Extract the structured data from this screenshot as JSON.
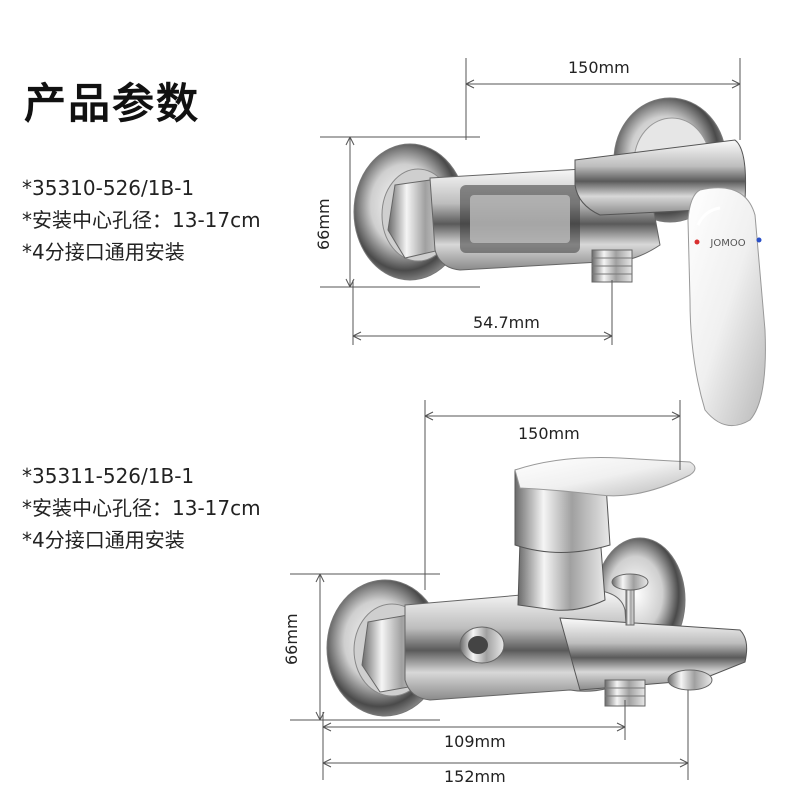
{
  "title": "产品参数",
  "products": [
    {
      "model": "*35310-526/1B-1",
      "hole_distance": "*安装中心孔径：13-17cm",
      "interface": "*4分接口通用安装",
      "brand_mark": "JOMOO",
      "dimensions": {
        "width": "150mm",
        "height": "66mm",
        "depth": "54.7mm"
      }
    },
    {
      "model": "*35311-526/1B-1",
      "hole_distance": "*安装中心孔径：13-17cm",
      "interface": "*4分接口通用安装",
      "dimensions": {
        "width": "150mm",
        "height": "66mm",
        "depth": "109mm",
        "total_width": "152mm"
      }
    }
  ],
  "colors": {
    "chrome_dark": "#3a3a3a",
    "chrome_mid": "#9a9a9a",
    "chrome_light": "#f2f2f2",
    "dimension_line": "#555555",
    "hot_indicator": "#d93030",
    "cold_indicator": "#2a50c8"
  }
}
